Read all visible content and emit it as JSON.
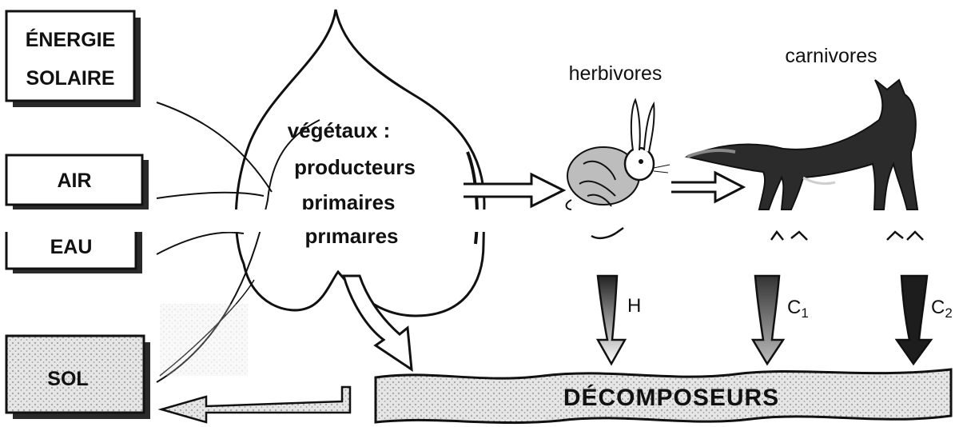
{
  "diagram": {
    "boxes": {
      "energy": {
        "line1": "ÉNERGIE",
        "line2": "SOLAIRE"
      },
      "air": "AIR",
      "water": "EAU",
      "soil": "SOL"
    },
    "plants": {
      "line1": "végétaux :",
      "line2": "producteurs",
      "line3": "primaires",
      "line3_repeat": "primaires"
    },
    "herbivores": "herbivores",
    "carnivores": "carnivores",
    "flows": {
      "herbivore_flow": "H",
      "carnivore1_flow": "C1",
      "carnivore2_flow": "C2"
    },
    "decomposers": "DÉCOMPOSEURS",
    "colors": {
      "ink": "#111111",
      "box_shadow": "#2a2a2a",
      "stipple": "#bdbdbd"
    }
  }
}
